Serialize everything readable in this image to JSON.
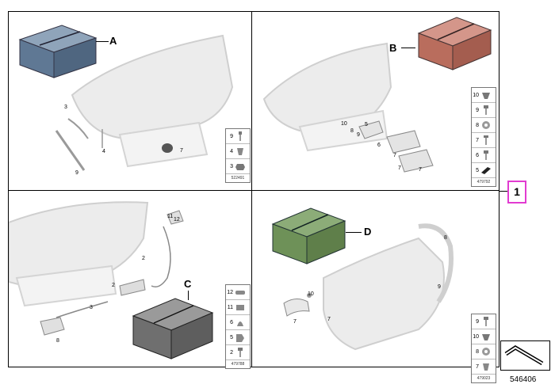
{
  "diagram": {
    "callout": {
      "label": "1",
      "color": "#e23bd1"
    },
    "id": "546406",
    "quadrants": {
      "a": {
        "label": "A",
        "box_color": "#5f7894",
        "parts": [
          "3",
          "4",
          "7",
          "9"
        ],
        "legend": [
          {
            "num": "9",
            "icon": "screw-icon"
          },
          {
            "num": "4",
            "icon": "clip-icon"
          },
          {
            "num": "3",
            "icon": "nut-icon"
          }
        ],
        "code": "522491"
      },
      "b": {
        "label": "B",
        "box_color": "#b96d5d",
        "parts": [
          "10",
          "8",
          "9",
          "5",
          "6",
          "7",
          "7",
          "7"
        ],
        "legend": [
          {
            "num": "10",
            "icon": "expanding-rivet-icon"
          },
          {
            "num": "9",
            "icon": "screw-icon"
          },
          {
            "num": "8",
            "icon": "washer-icon"
          },
          {
            "num": "7",
            "icon": "bolt-icon"
          },
          {
            "num": "6",
            "icon": "screw-icon"
          },
          {
            "num": "5",
            "icon": "pad-icon"
          }
        ],
        "code": "479792"
      },
      "c": {
        "label": "C",
        "box_color": "#6f6f6f",
        "parts": [
          "11",
          "12",
          "2",
          "2",
          "3",
          "8"
        ],
        "legend": [
          {
            "num": "12",
            "icon": "clamp-icon"
          },
          {
            "num": "11",
            "icon": "clip-icon"
          },
          {
            "num": "6",
            "icon": "cap-icon"
          },
          {
            "num": "5",
            "icon": "bracket-clip-icon"
          },
          {
            "num": "2",
            "icon": "screw-icon"
          }
        ],
        "code": "479788"
      },
      "d": {
        "label": "D",
        "box_color": "#6e9158",
        "parts": [
          "8",
          "9",
          "10",
          "7",
          "7"
        ],
        "legend": [
          {
            "num": "9",
            "icon": "screw-icon"
          },
          {
            "num": "10",
            "icon": "rivet-icon"
          },
          {
            "num": "8",
            "icon": "washer-icon"
          },
          {
            "num": "7",
            "icon": "clip-icon"
          }
        ],
        "code": "479023"
      }
    }
  }
}
